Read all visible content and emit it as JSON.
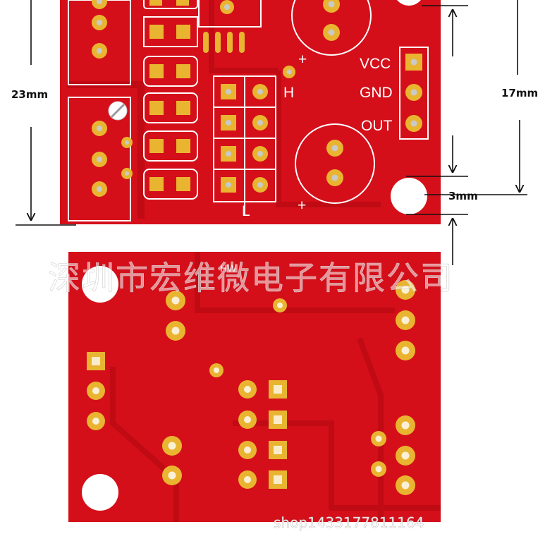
{
  "dimensions": {
    "width_label": "23mm",
    "height_label": "17mm",
    "hole_label": "3mm"
  },
  "silkscreen": {
    "vcc": "VCC",
    "gnd": "GND",
    "out": "OUT",
    "h": "H",
    "l": "L",
    "plus": "+",
    "hw": "HW"
  },
  "watermark": {
    "company": "深圳市宏维微电子有限公司",
    "shop": "shop1433177811164"
  },
  "colors": {
    "board": "#d40f1a",
    "copper": "#e9b530",
    "silkscreen": "#ffffff",
    "dimension_lines": "#111111"
  }
}
